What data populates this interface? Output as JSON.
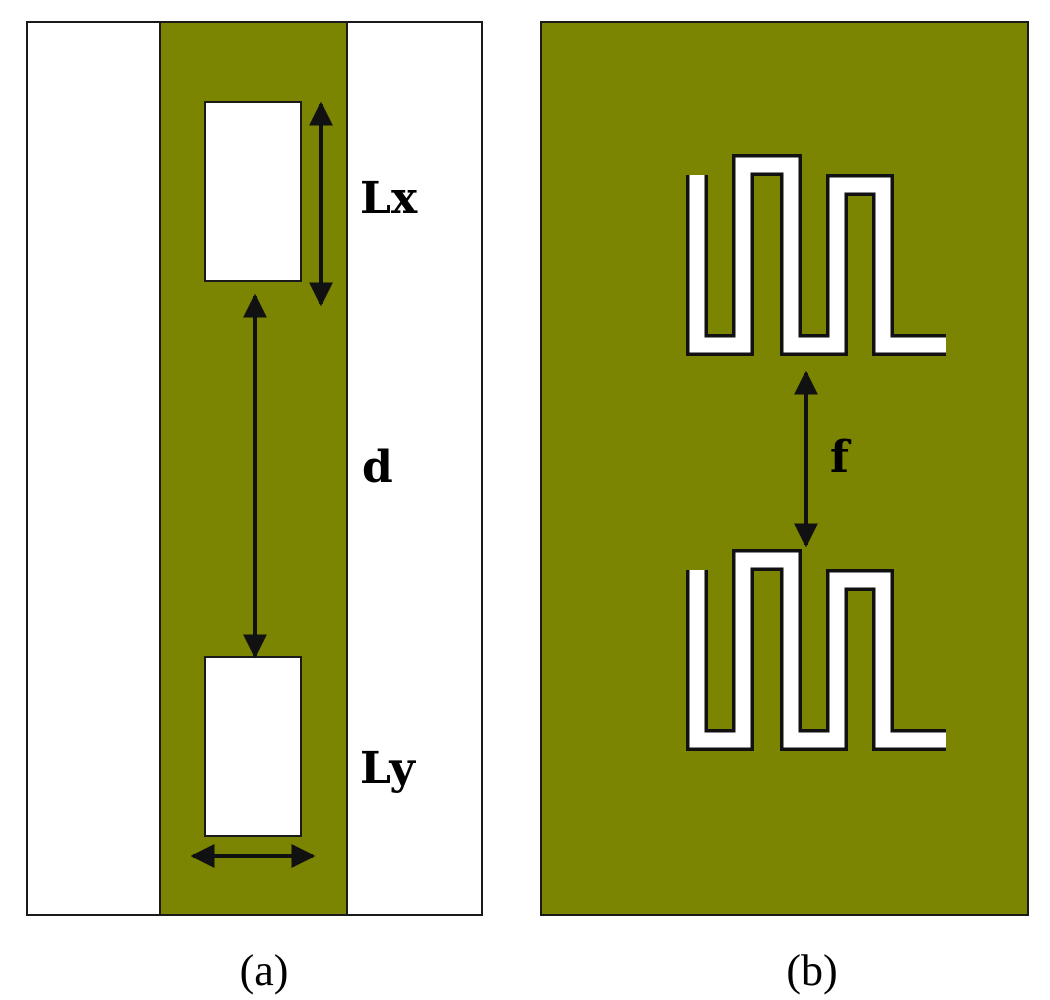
{
  "colors": {
    "substrate": "#7b8502",
    "slot": "#ffffff",
    "background": "#ffffff",
    "outline": "#1a1a1a",
    "arrow": "#111111"
  },
  "panel_a": {
    "caption": "(a)",
    "labels": {
      "lx": "Lx",
      "d": "d",
      "ly": "Ly"
    }
  },
  "panel_b": {
    "caption": "(b)",
    "labels": {
      "f": "f"
    }
  }
}
